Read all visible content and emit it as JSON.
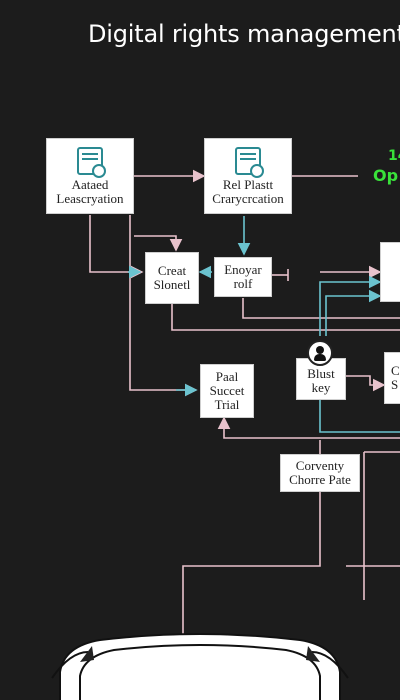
{
  "title": "Digital rights management",
  "side": {
    "number": "14",
    "op": "Op"
  },
  "nodes": {
    "n1": {
      "label": "Aataed\nLeascryation",
      "icon": "document-icon"
    },
    "n2": {
      "label": "Rel Plastt\nCrarycrcation",
      "icon": "document-icon"
    },
    "n3": {
      "label": "Creat\nSlonetl"
    },
    "n4": {
      "label": "Enoyar\nrolf"
    },
    "n5": {
      "label": "Paal\nSuccet\nTrial"
    },
    "n6": {
      "label": "Blust\nkey",
      "icon": "user-key-icon"
    },
    "n7": {
      "label": "Corventy\nChorre Pate"
    },
    "n8": {
      "label": "C\nS"
    }
  },
  "colors": {
    "background": "#1c1c1c",
    "line_pink": "#e8c2cc",
    "line_blue": "#6bc3cf",
    "accent_green": "#39e23a"
  }
}
